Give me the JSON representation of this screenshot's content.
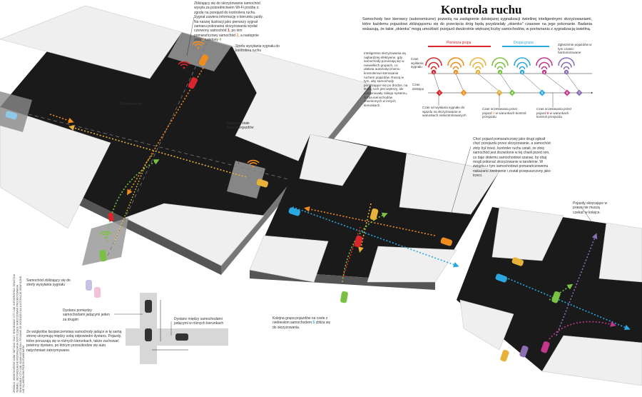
{
  "title": "Kontrola ruchu",
  "lead": "Samochody bez kierowcy (autonomiczne) pozwolą na zastąpienie dzisiejszej sygnalizacji świetlnej inteligentnymi skrzyżowaniami, które każdemu pojazdowi zbliżającemu się do przecięcia dróg będą przydzielały „okienko” czasowe na jego pokonanie. Badania wskazują, że takie „okienka” mogą umożliwić przejazd dwukrotnie większej liczby samochodów, w porównaniu z sygnalizacją świetlną.",
  "callouts": {
    "approach": "Zbliżający się do skrzyżowania samochód wysyła za pośrednictwem Wi-Fi prośbę o zgodę na przejazd do kontrolera ruchu. Sygnał zawiera informację o kierunku jazdy. Na naszej ilustracji jako pierwszy sygnał zamiaru pokonania skrzyżowania wysłał czerwony samochód",
    "approach_num1": "1",
    "approach_mid": ", po nim pomarańczowy samochód",
    "approach_num2": "2",
    "approach_end": ", a następnie złoty",
    "approach_num3": "3",
    "approach_end2": "i zielony",
    "approach_num4": "4",
    "signal_zone": "Strefa wysyłania sygnału do kontrolera ruchu",
    "intersection": "Skrzyżowanie",
    "route": "Ustalone stałe trasy przejazdów",
    "orange": "Choć pojazd pomarańczowy jako drugi zgłosił chęć przejazdu przez skrzyżowanie, a samochód złoty był trzeci, kontroler ruchu ustali, że złoty samochód jest dozwolone w tej chwili przed nim, co daje złotemu samochodowi szansę, by obaj mogli pokonać skrzyżowanie w tandemie. W związku z tym samochodowi pomarańczowemu nakazano zwolnienie i został przepuszczony jako trzeci.",
    "convoy": "Kolejna grupa pojazdów na czele z niebieskim samochodem",
    "convoy_num": "5",
    "convoy_end": "zbliża się do skrzyżowania.",
    "turn": "Pojazdy skręcające w prawo nie muszą czekać w kolejce.",
    "zone_car": "Samochód zbliżający się do strefy wysyłania sygnału",
    "distance": "Dystans pomiędzy samochodami jadącymi jeden za drugim",
    "cross_distance": "Dystans między samochodami jadącymi w różnych kierunkach",
    "safety": "Ze względów bezpieczeństwa samochody jadące w tę samą stronę utrzymują między sobą odpowiedni dystans. Pojazdy, które poruszają się w różnych kierunkach, także zachować powinny dystans, po którym przeszkodzie się auto natychmiast zatrzymywane."
  },
  "timeline": {
    "group1": "Pierwsza grupa",
    "group2": "Druga grupa",
    "signal_label": "Czas wysłania sygnału",
    "access_label": "Czas dostępu",
    "legend_right": "Zgłoszenie pojazdów w tym czasie: harmonizowane",
    "left_text": "Inteligentne skrzyżowania są najbardziej efektywne, gdy samochody poruszają się w niewielkich grupach, co ułatwia automatycznemu kontrolerowi sterowanie ruchem pojazdów. Ruszą w tym, aby samochody poruszające się po drodze, na której ruch jest większy, ale zdominowały całego systemu, liczba samochodów zmienionych w innych kierunkach.",
    "foot1": "Czas od wysłania sygnału do wjazdu na skrzyżowanie w warunkach niekontrolowanych",
    "foot2": "Czas oczekiwania przez pojazd",
    "foot2_num": "3",
    "foot2_end": "w warunkach kontroli przejazdu",
    "foot3": "Czas oczekiwania przez pojazd",
    "foot3_num": "6",
    "foot3_end": "w warunkach kontroli przejazdu",
    "cars": [
      {
        "n": "1",
        "color": "#d9262c"
      },
      {
        "n": "2",
        "color": "#f08c1e"
      },
      {
        "n": "3",
        "color": "#e8b13a"
      },
      {
        "n": "4",
        "color": "#7ac143"
      },
      {
        "n": "5",
        "color": "#2aa7df"
      },
      {
        "n": "6",
        "color": "#c2378b"
      },
      {
        "n": "7",
        "color": "#8b6fb3"
      }
    ]
  },
  "credit": "ŹRÓDŁO: WWW.INVERSE.COM / MIT AND ITALY SENSEABLE CITY LAB; INFOGRAFIKA: GRAŻYNA TERMEL; INDYWIDUALNE ROZWIĄZANIA DOTYCZĄCE SKRZYŻOWAŃ PROJEKTOWANIA SENSEABLE CITY LAB, ADAM SZCZĘSNY; RYSUNKI ZE WZGLĘDU NA ILUSTRACJE GRAFICZNE NIE SĄ WIERNYM PRZEDSTAWIENIEM",
  "colors": {
    "road": "#1a1a1a",
    "block": "#efefef",
    "red": "#d9262c",
    "orange": "#f08c1e",
    "gold": "#e8b13a",
    "green": "#7ac143",
    "blue": "#2aa7df",
    "pink": "#c2378b",
    "violet": "#8b6fb3"
  }
}
